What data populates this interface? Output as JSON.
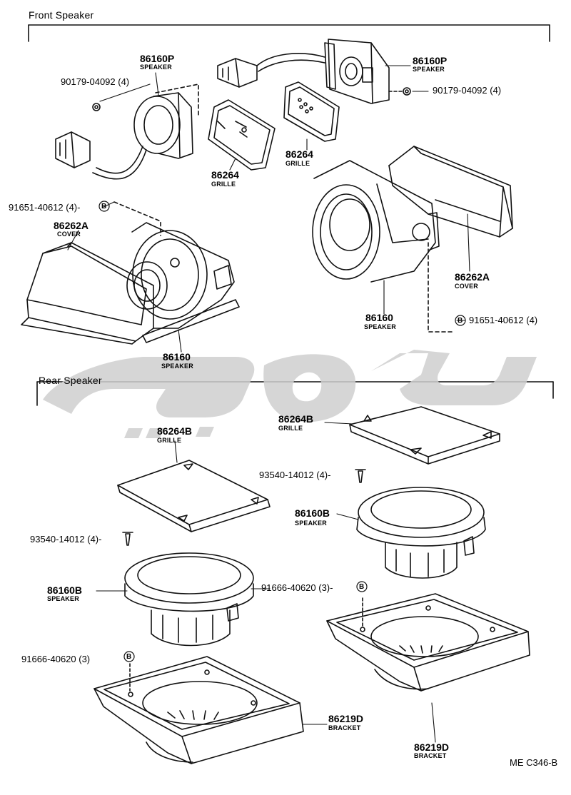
{
  "sections": {
    "front": "Front Speaker",
    "rear": "Rear Speaker"
  },
  "parts": {
    "front_left_speaker_p": {
      "number": "86160P",
      "name": "SPEAKER"
    },
    "front_right_speaker_p": {
      "number": "86160P",
      "name": "SPEAKER"
    },
    "front_left_nut": {
      "number": "90179-04092 (4)"
    },
    "front_right_nut": {
      "number": "90179-04092 (4)"
    },
    "front_left_grille": {
      "number": "86264",
      "name": "GRILLE"
    },
    "front_right_grille": {
      "number": "86264",
      "name": "GRILLE"
    },
    "front_left_screw": {
      "number": "91651-40612 (4)-",
      "marker": "B"
    },
    "front_right_screw": {
      "number": "91651-40612 (4)",
      "marker": "B"
    },
    "front_left_cover": {
      "number": "86262A",
      "name": "COVER"
    },
    "front_right_cover": {
      "number": "86262A",
      "name": "COVER"
    },
    "front_left_speaker": {
      "number": "86160",
      "name": "SPEAKER"
    },
    "front_right_speaker": {
      "number": "86160",
      "name": "SPEAKER"
    },
    "rear_left_grille": {
      "number": "86264B",
      "name": "GRILLE"
    },
    "rear_right_grille": {
      "number": "86264B",
      "name": "GRILLE"
    },
    "rear_right_screw": {
      "number": "93540-14012 (4)-"
    },
    "rear_left_screw": {
      "number": "93540-14012 (4)-"
    },
    "rear_right_speaker": {
      "number": "86160B",
      "name": "SPEAKER"
    },
    "rear_left_speaker": {
      "number": "86160B",
      "name": "SPEAKER"
    },
    "rear_right_bolt": {
      "number": "91666-40620 (3)-",
      "marker": "B"
    },
    "rear_left_bolt": {
      "number": "91666-40620 (3)",
      "marker": "B"
    },
    "rear_left_bracket": {
      "number": "86219D",
      "name": "BRACKET"
    },
    "rear_right_bracket": {
      "number": "86219D",
      "name": "BRACKET"
    }
  },
  "drawing_code": "ME C346-B",
  "colors": {
    "line": "#111111",
    "watermark": "#cfcfcf"
  }
}
